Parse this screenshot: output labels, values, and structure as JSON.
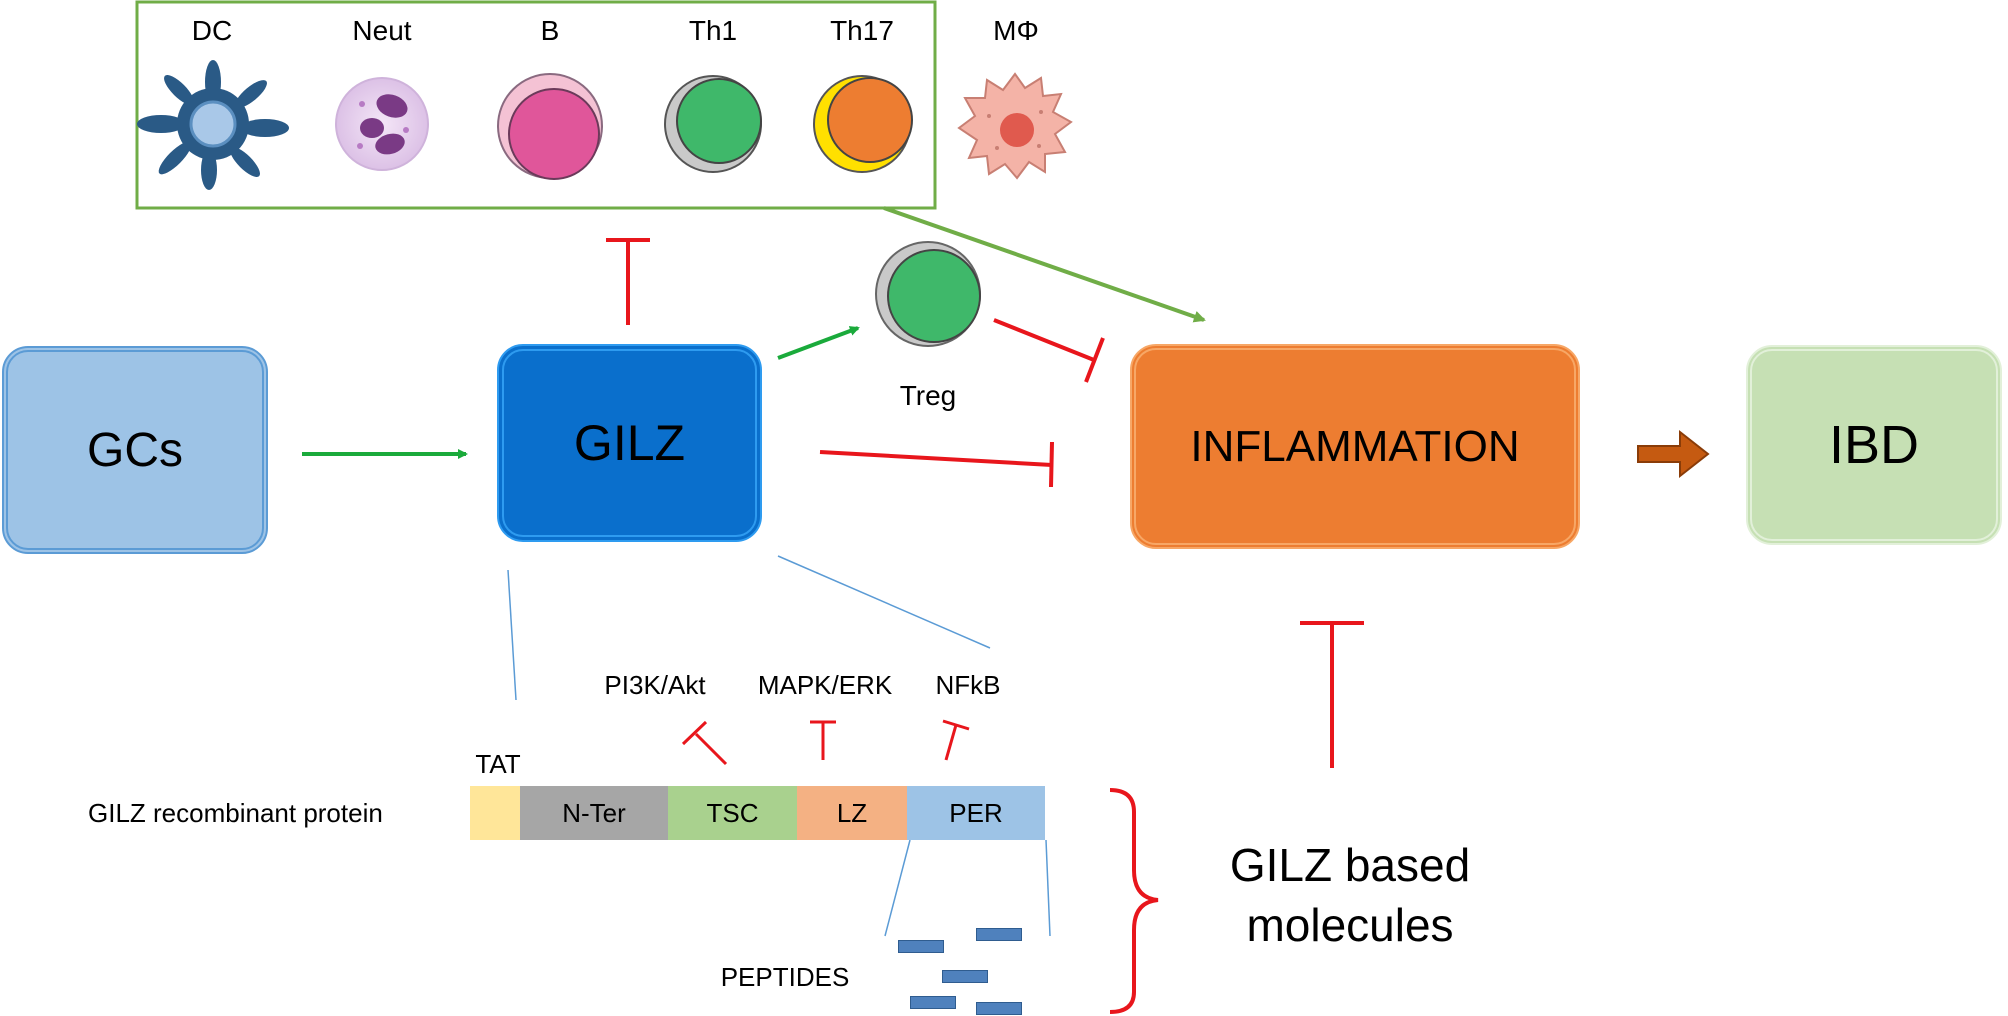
{
  "cells": [
    {
      "id": "dc",
      "label": "DC"
    },
    {
      "id": "neut",
      "label": "Neut"
    },
    {
      "id": "b",
      "label": "B"
    },
    {
      "id": "th1",
      "label": "Th1"
    },
    {
      "id": "th17",
      "label": "Th17"
    },
    {
      "id": "mphi",
      "label": "MΦ"
    }
  ],
  "nodes": {
    "gcs": "GCs",
    "gilz": "GILZ",
    "inflammation": "INFLAMMATION",
    "ibd": "IBD"
  },
  "treg": "Treg",
  "pathways": {
    "pi3k": "PI3K/Akt",
    "mapk": "MAPK/ERK",
    "nfkb": "NFkB"
  },
  "protein": {
    "label": "GILZ recombinant protein",
    "tat": "TAT",
    "segments": [
      "N-Ter",
      "TSC",
      "LZ",
      "PER"
    ]
  },
  "peptides": "PEPTIDES",
  "gilz_based": [
    "GILZ based",
    "molecules"
  ],
  "colors": {
    "activation": "#1aaa3b",
    "inhibition": "#e8161c",
    "cells_box": "#70ad47",
    "connector": "#5b9bd5",
    "gilz": "#0a6fcc",
    "inflammation": "#ed7d31",
    "ibd": "#c6e0b4",
    "gcs": "#9dc3e6"
  }
}
